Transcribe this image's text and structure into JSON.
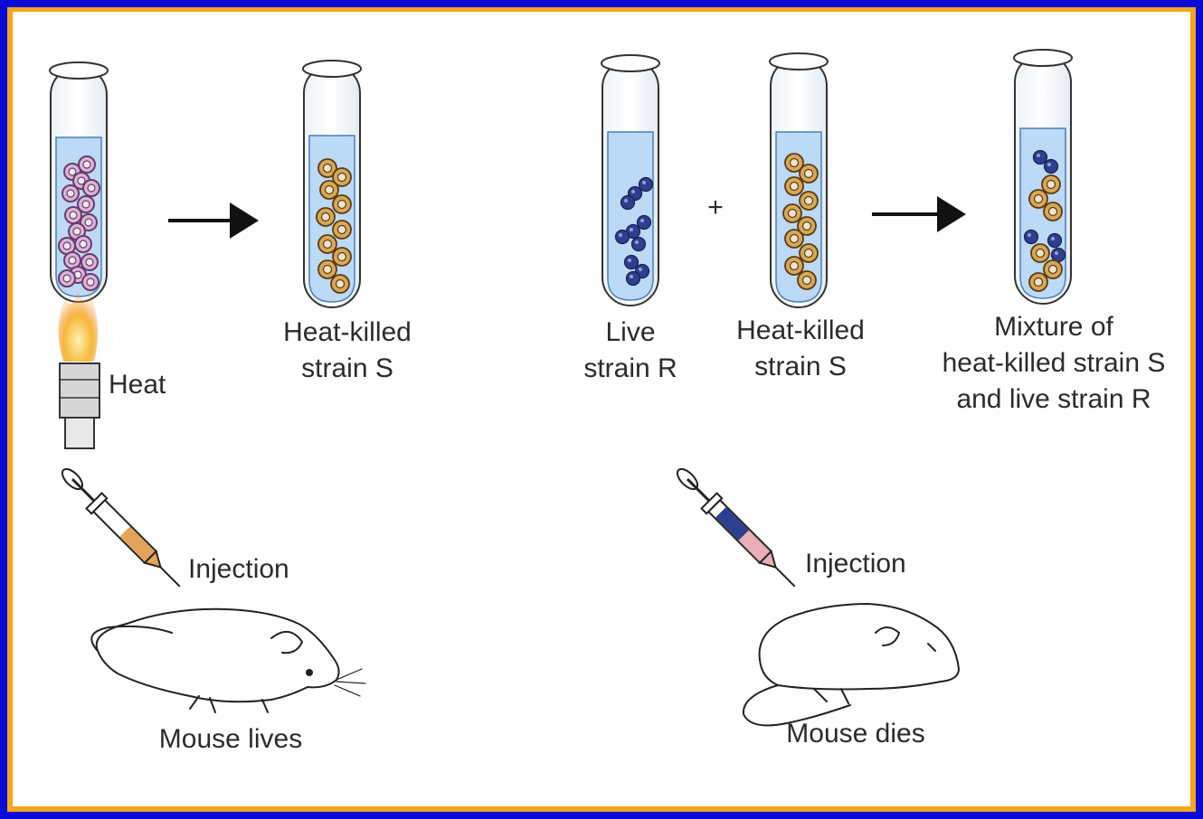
{
  "labels": {
    "heat": "Heat",
    "heat_killed_1": [
      "Heat-killed",
      "strain S"
    ],
    "live_r": [
      "Live",
      "strain R"
    ],
    "heat_killed_2": [
      "Heat-killed",
      "strain S"
    ],
    "mixture": [
      "Mixture of",
      "heat-killed strain S",
      "and live strain R"
    ],
    "injection_left": "Injection",
    "injection_right": "Injection",
    "mouse_lives": "Mouse lives",
    "mouse_dies": "Mouse dies",
    "plus": "+"
  },
  "colors": {
    "outer_background": "#0a0ad8",
    "border": "#f4a61c",
    "liquid": "#bcd9f5",
    "live_cell_s": "#c9a3c9",
    "dead_cell_s": "#c89a4a",
    "live_cell_r": "#2b3a8c",
    "flame": "#f6b83a"
  },
  "icons": [
    "test-tube-icon",
    "flame-icon",
    "burner-icon",
    "arrow-right-icon",
    "syringe-icon",
    "mouse-icon"
  ]
}
